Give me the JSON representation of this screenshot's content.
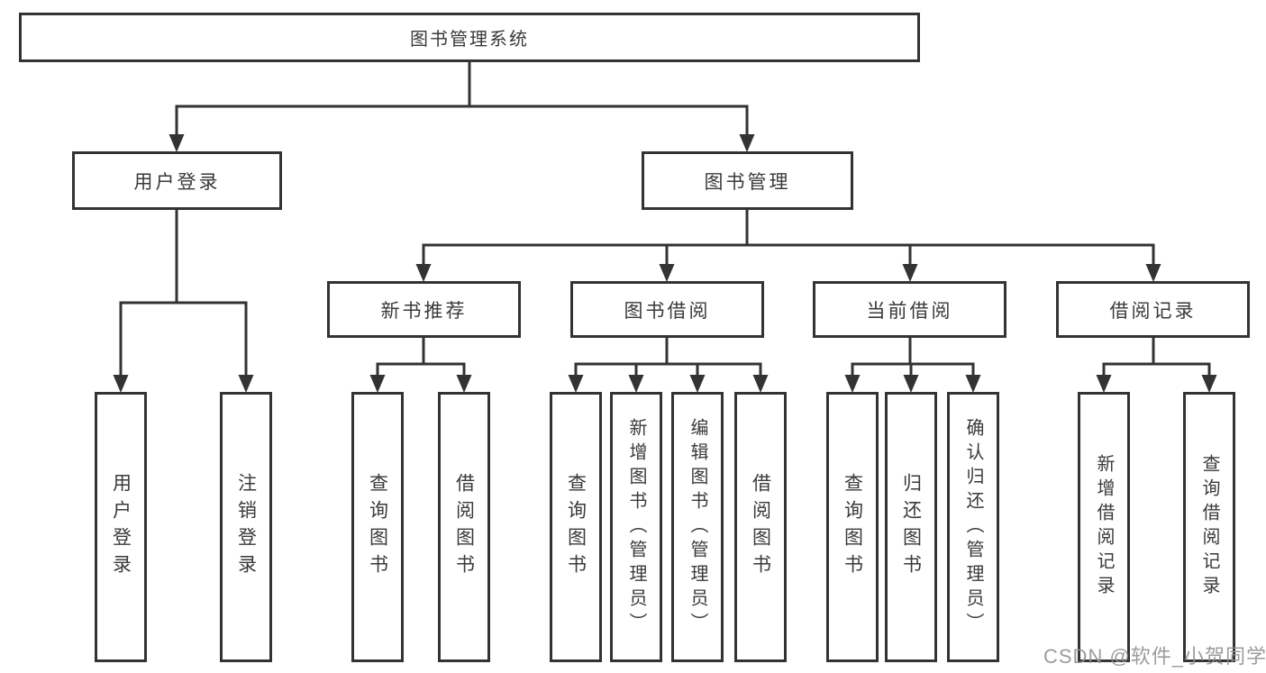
{
  "nodes": {
    "root": {
      "label": "图书管理系统"
    },
    "user_login": {
      "label": "用户登录",
      "children": [
        "用户登录",
        "注销登录"
      ]
    },
    "book_mgmt": {
      "label": "图书管理"
    },
    "new_books": {
      "label": "新书推荐",
      "children": [
        "查询图书",
        "借阅图书"
      ]
    },
    "book_borrow": {
      "label": "图书借阅",
      "children": [
        "查询图书",
        "新增图书（管理员）",
        "编辑图书（管理员）",
        "借阅图书"
      ]
    },
    "current_borrow": {
      "label": "当前借阅",
      "children": [
        "查询图书",
        "归还图书",
        "确认归还（管理员）"
      ]
    },
    "borrow_records": {
      "label": "借阅记录",
      "children": [
        "新增借阅记录",
        "查询借阅记录"
      ]
    }
  },
  "watermark": {
    "text": "CSDN @软件_小贺同学"
  },
  "colors": {
    "line": "#333333",
    "box_border": "#333333",
    "text": "#3a3a3a",
    "watermark": "#919191",
    "background": "#ffffff"
  }
}
